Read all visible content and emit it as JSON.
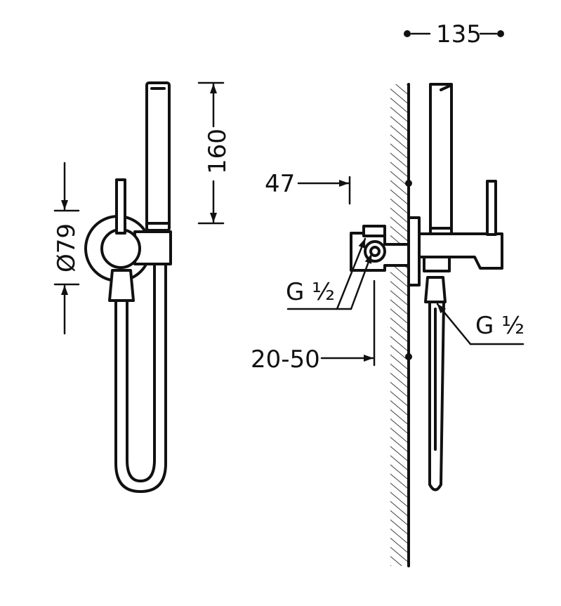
{
  "dimensions": {
    "diameter": "Ø79",
    "handset_length": "160",
    "depth": "47",
    "projection": "135",
    "adjust_range": "20-50",
    "thread_left": "G ½",
    "thread_right": "G ½"
  },
  "colors": {
    "line": "#111111",
    "background": "#ffffff"
  }
}
